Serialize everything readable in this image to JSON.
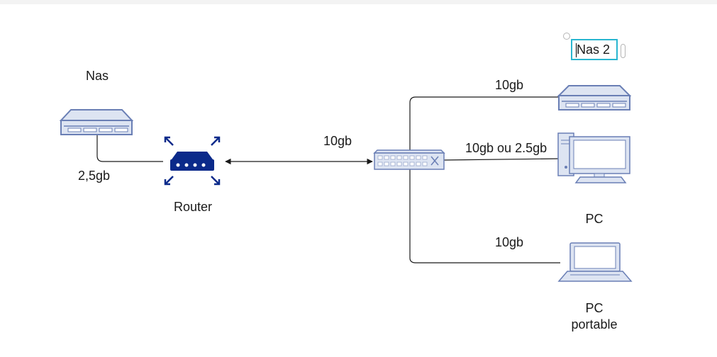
{
  "nodes": {
    "nas": {
      "label": "Nas"
    },
    "router": {
      "label": "Router"
    },
    "nas2": {
      "label": "Nas 2"
    },
    "pc": {
      "label": "PC"
    },
    "laptop": {
      "label": "PC\nportable",
      "line1": "PC",
      "line2": "portable"
    }
  },
  "links": {
    "nas_router": "2,5gb",
    "router_switch": "10gb",
    "switch_nas2": "10gb",
    "switch_pc": "10gb ou 2.5gb",
    "switch_laptop": "10gb"
  },
  "colors": {
    "device_stroke": "#6a7fb5",
    "device_fill": "#dde4f2",
    "router": "#0b2a8a",
    "line": "#1a1a1a",
    "selection": "#29b6d0"
  }
}
